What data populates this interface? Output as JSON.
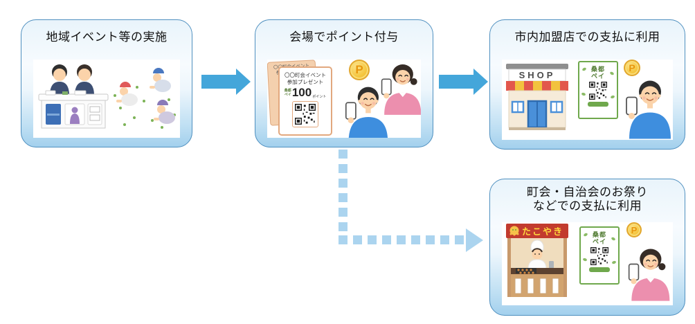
{
  "steps": {
    "step1": {
      "title": "地域イベント等の実施"
    },
    "step2": {
      "title": "会場でポイント付与",
      "flyer": {
        "line1": "〇〇町会イベント",
        "line2": "参加プレゼント",
        "brand_top": "桑都",
        "brand_bottom": "ペイ",
        "points_value": "100",
        "points_unit": "ポイント"
      },
      "coin_letter": "P"
    },
    "step3": {
      "title": "市内加盟店での支払に利用",
      "shop_sign": "SHOP",
      "poster": {
        "brand_top": "桑都",
        "brand_bottom": "ペイ"
      },
      "coin_letter": "P"
    },
    "step4": {
      "title_line1": "町会・自治会のお祭り",
      "title_line2": "などでの支払に利用",
      "stall_sign": "たこやき",
      "poster": {
        "brand_top": "桑都",
        "brand_bottom": "ペイ"
      },
      "coin_letter": "P"
    }
  },
  "colors": {
    "box_border": "#4E8FBF",
    "box_fill_bottom": "#A3D0ED",
    "arrow_solid": "#44A6DA",
    "arrow_dashed": "#ABD4EF",
    "coin_gold": "#F5C63F",
    "poster_green": "#6FA84C",
    "flyer_orange": "#E2A87E",
    "shop_awning_red": "#E2574C",
    "shop_awning_yellow": "#F2C23E",
    "stall_sign_red": "#C23B2E"
  }
}
